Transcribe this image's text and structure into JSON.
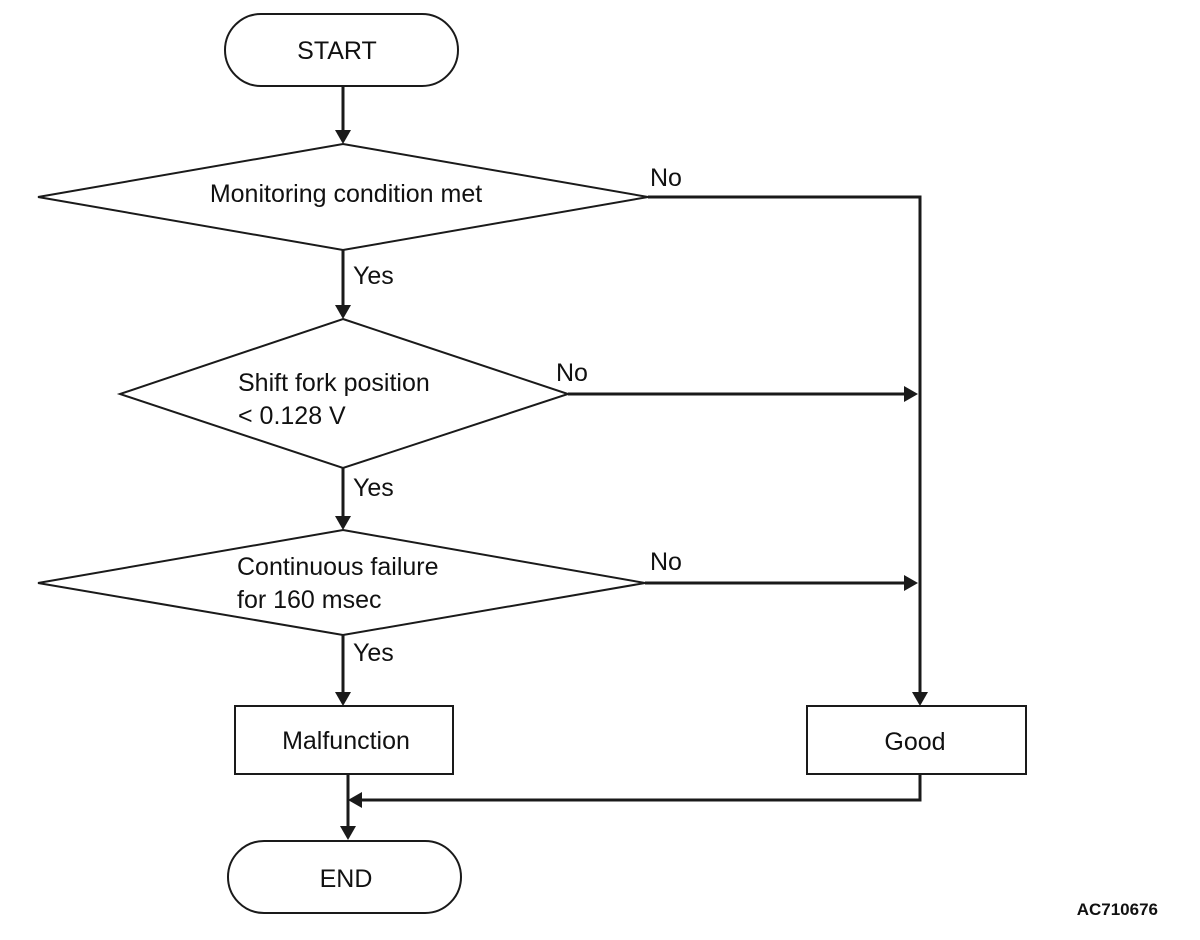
{
  "flowchart": {
    "start": "START",
    "decision_1": "Monitoring condition met",
    "decision_2": [
      "Shift fork position",
      "< 0.128 V"
    ],
    "decision_3": [
      "Continuous failure",
      "for 160 msec"
    ],
    "yes_label": "Yes",
    "no_label": "No",
    "result_bad": "Malfunction",
    "result_good": "Good",
    "end": "END"
  },
  "figure_code": "AC710676",
  "colors": {
    "stroke": "#1a1a1a",
    "background": "#ffffff"
  }
}
